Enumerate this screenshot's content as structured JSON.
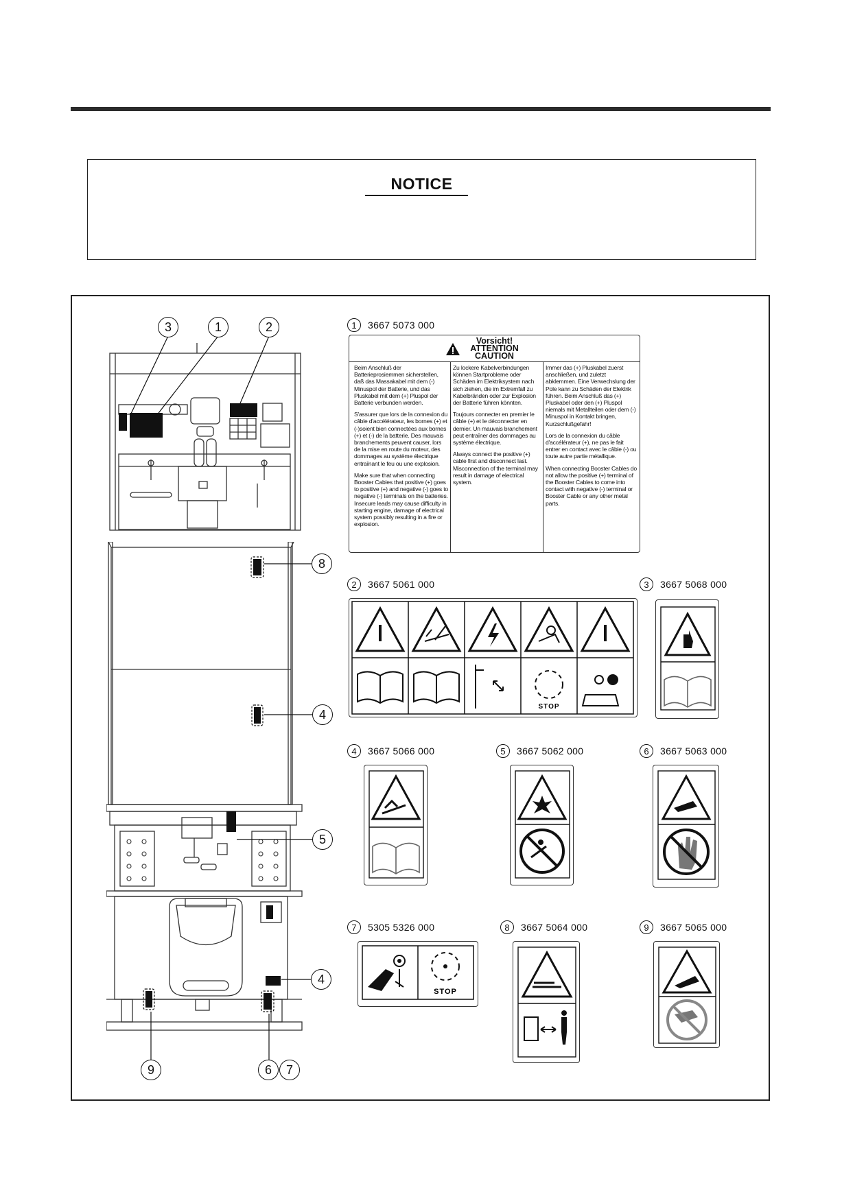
{
  "notice": {
    "title": "NOTICE"
  },
  "callouts": [
    "3",
    "1",
    "2",
    "8",
    "4",
    "5",
    "4",
    "9",
    "6",
    "7"
  ],
  "decals": {
    "d1": {
      "num": "1",
      "code": "3667 5073 000"
    },
    "d2": {
      "num": "2",
      "code": "3667 5061 000"
    },
    "d3": {
      "num": "3",
      "code": "3667 5068 000"
    },
    "d4": {
      "num": "4",
      "code": "3667 5066 000"
    },
    "d5": {
      "num": "5",
      "code": "3667 5062 000"
    },
    "d6": {
      "num": "6",
      "code": "3667 5063 000"
    },
    "d7": {
      "num": "7",
      "code": "5305 5326 000"
    },
    "d8": {
      "num": "8",
      "code": "3667 5064 000"
    },
    "d9": {
      "num": "9",
      "code": "3667 5065 000"
    }
  },
  "caution": {
    "title1": "Vorsicht!",
    "title2": "ATTENTION",
    "title3": "CAUTION",
    "col1": [
      "Beim Anschluß der Batterieprosiemmen sicherstellen, daß das Massakabel mit dem (-) Minuspol der Batterie, und das Pluskabel mit dem (+) Pluspol der Batterie verbunden werden.",
      "S'assurer que lors de la connexion du câble d'accélérateur, les bornes (+) et (-)soient bien connectées aux bornes (+) et (-) de la batterie. Des mauvais branchements peuvent causer, lors de la mise en route du moteur, des dommages au système électrique entraînant le feu ou une explosion.",
      "Make sure that when connecting Booster Cables that positive (+) goes to positive (+) and negative (-) goes to negative (-) terminals on the batteries. Insecure leads may cause difficulty in starting engine, damage of electrical system possibly resulting in a fire or explosion."
    ],
    "col2": [
      "Zu lockere Kabelverbindungen können Startprobleme oder Schäden im Elektriksystem nach sich ziehen, die im Extremfall zu Kabelbränden oder zur Explosion der Batterie führen könnten.",
      "Toujours connecter en premier le câble (+) et le déconnecter en dernier. Un mauvais branchement peut entraîner des dommages au système électrique.",
      "Always connect the positive (+) cable first and disconnect last. Misconnection of the terminal may result in damage of electrical system."
    ],
    "col3": [
      "Immer das (+) Pluskabel zuerst anschließen, und zuletzt abklemmen. Eine Verwechslung der Pole kann zu Schäden der Elektrik führen. Beim Anschluß das (+) Pluskabel oder den (+) Pluspol niemals mit Metallteilen oder dem (-) Minuspol in Kontakt bringen, Kurzschlußgefahr!",
      "Lors de la connexion du câble d'accélérateur (+), ne pas le fait entrer en contact avec le câble (-) ou toute autre partie métallique.",
      "When connecting Booster Cables do not allow the positive (+) terminal of the Booster Cables to come into contact with negative (-) terminal or Booster Cable or any other metal parts."
    ]
  },
  "stop_label": "STOP"
}
